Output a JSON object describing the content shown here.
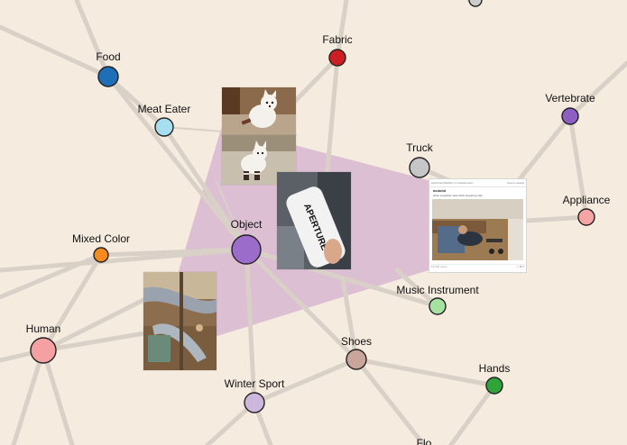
{
  "graph": {
    "nodes": {
      "food": {
        "label": "Food",
        "color": "#1f6eb8"
      },
      "fabric": {
        "label": "Fabric",
        "color": "#cc1f24"
      },
      "meat_eater": {
        "label": "Meat Eater",
        "color": "#a8dff0"
      },
      "vertebrate": {
        "label": "Vertebrate",
        "color": "#8e5fc3"
      },
      "truck": {
        "label": "Truck",
        "color": "#c6c6c6"
      },
      "appliance": {
        "label": "Appliance",
        "color": "#f6a5a5"
      },
      "object": {
        "label": "Object",
        "color": "#9b6cc9"
      },
      "mixed_color": {
        "label": "Mixed Color",
        "color": "#f58a1f"
      },
      "music_instrument": {
        "label": "Music Instrument",
        "color": "#a6e3a0"
      },
      "human": {
        "label": "Human",
        "color": "#f5a0a3"
      },
      "shoes": {
        "label": "Shoes",
        "color": "#c9a59b"
      },
      "hands": {
        "label": "Hands",
        "color": "#2ea43a"
      },
      "winter_sport": {
        "label": "Winter Sport",
        "color": "#cdb7dc"
      },
      "flo": {
        "label": "Flo",
        "color": "#cccccc"
      }
    },
    "highlight_color": "#c79ac7",
    "screenshot": {
      "site_label": "kahbstract/Slafilter on kHEaisnedin",
      "menu_label": "Source details",
      "title": "asdubd",
      "caption": "when a teacher sees what preparing cats",
      "footer": "19,606 notes"
    },
    "aperture_text": "APERTURE"
  }
}
